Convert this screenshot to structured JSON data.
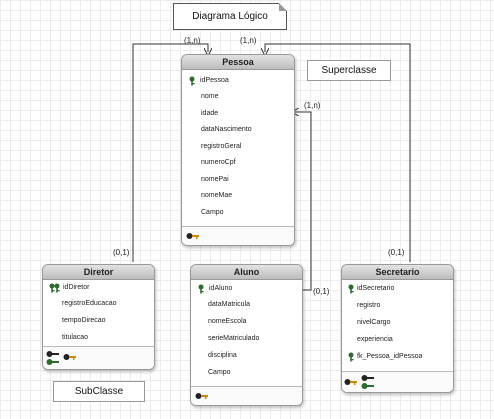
{
  "diagram": {
    "title": "Diagrama Lógico",
    "superclass_note": "Superclasse",
    "subclass_note": "SubClasse"
  },
  "entities": {
    "pessoa": {
      "name": "Pessoa",
      "attributes": [
        "idPessoa",
        "nome",
        "idade",
        "dataNascimento",
        "registroGeral",
        "numeroCpf",
        "nomePai",
        "nomeMae",
        "Campo"
      ]
    },
    "diretor": {
      "name": "Diretor",
      "attributes": [
        "idDiretor",
        "registroEducacao",
        "tempoDirecao",
        "titulacao"
      ]
    },
    "aluno": {
      "name": "Aluno",
      "attributes": [
        "idAluno",
        "dataMatricula",
        "nomeEscola",
        "serieMatriculado",
        "disciplina",
        "Campo"
      ]
    },
    "secretario": {
      "name": "Secretario",
      "attributes": [
        "idSecretario",
        "registro",
        "nivelCargo",
        "experiencia",
        "fk_Pessoa_idPessoa"
      ]
    }
  },
  "cardinalities": {
    "pessoa_diretor": "(1,n)",
    "pessoa_secretario": "(1,n)",
    "pessoa_aluno": "(1,n)",
    "diretor_end": "(0,1)",
    "aluno_end": "(0,1)",
    "secretario_end": "(0,1)"
  },
  "colors": {
    "primary_key": "#2e6b2e",
    "foreign_key": "#c88a00",
    "header_top": "#e2e2e2",
    "header_bottom": "#bdbdbd"
  },
  "icons": {
    "primary_key": "green-key-icon",
    "foreign_key": "gold-key-icon"
  }
}
